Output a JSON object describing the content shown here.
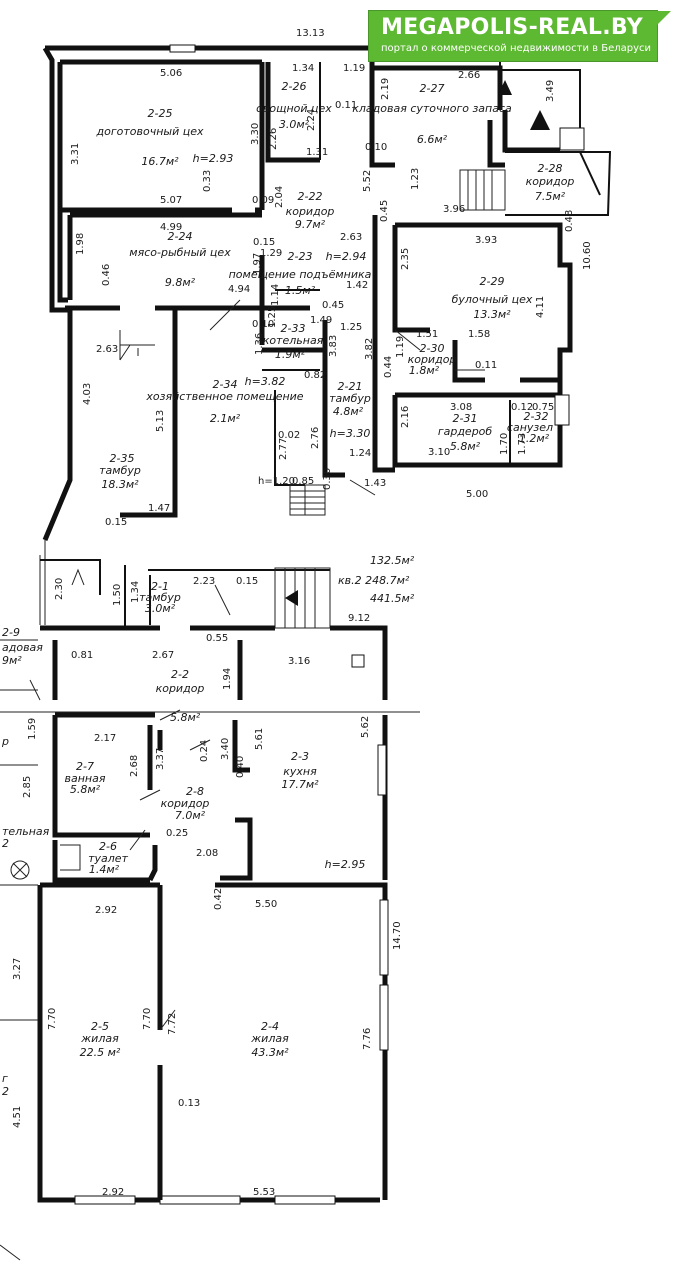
{
  "brand": {
    "name": "MEGAPOLIS-REAL.BY",
    "tagline": "портал о коммерческой недвижимости в Беларуси"
  },
  "summary": {
    "area_1": "132.5м²",
    "floor_area": "кв.2 248.7м²",
    "total": "441.5м²"
  },
  "rooms": [
    {
      "num": "2-25",
      "name": "доготовочный цех",
      "area": "16.7м²",
      "h": "h=2.93"
    },
    {
      "num": "2-26",
      "name": "овощной цех",
      "area": "3.0м²"
    },
    {
      "num": "2-27",
      "name": "кладовая суточного запаса",
      "area": "6.6м²"
    },
    {
      "num": "2-28",
      "name": "коридор",
      "area": "7.5м²"
    },
    {
      "num": "2-22",
      "name": "коридор",
      "area": "9.7м²"
    },
    {
      "num": "2-24",
      "name": "мясо-рыбный цех",
      "area": "9.8м²"
    },
    {
      "num": "2-23",
      "name": "помещение подъёмника",
      "area": "1.5м²",
      "h": "h=2.94"
    },
    {
      "num": "2-29",
      "name": "булочный цех",
      "area": "13.3м²"
    },
    {
      "num": "2-33",
      "name": "котельная",
      "area": "1.9м²"
    },
    {
      "num": "2-30",
      "name": "коридор",
      "area": "1.8м²"
    },
    {
      "num": "2-34",
      "name": "хозяйственное помещение",
      "area": "2.1м²",
      "h": "h=3.82"
    },
    {
      "num": "2-21",
      "name": "тамбур",
      "area": "4.8м²",
      "h": "h=3.30"
    },
    {
      "num": "2-31",
      "name": "гардероб",
      "area": "5.8м²"
    },
    {
      "num": "2-32",
      "name": "санузел",
      "area": "1.2м²"
    },
    {
      "num": "2-35",
      "name": "тамбур",
      "area": "18.3м²"
    },
    {
      "num": "2-1",
      "name": "тамбур",
      "area": "3.0м²"
    },
    {
      "num": "2-2",
      "name": "коридор",
      "area": ""
    },
    {
      "num": "2-3",
      "name": "кухня",
      "area": "17.7м²",
      "h": "h=2.95"
    },
    {
      "num": "2-7",
      "name": "ванная",
      "area": "5.8м²"
    },
    {
      "num": "2-8",
      "name": "коридор",
      "area": "7.0м²"
    },
    {
      "num": "2-6",
      "name": "туалет",
      "area": "1.4м²"
    },
    {
      "num": "2-5",
      "name": "жилая",
      "area": "22.5 м²"
    },
    {
      "num": "2-4",
      "name": "жилая",
      "area": "43.3м²"
    }
  ],
  "partial_labels": {
    "room_2_9": "2-9",
    "kladovaya": "адовая",
    "kladovaya_area": "9м²",
    "kotelnaya": "тельная",
    "b1": "р",
    "b2": "2",
    "b3": "г",
    "b4": "2",
    "cut_58": "5.8м²"
  },
  "dims": [
    "13.13",
    "5.06",
    "1.34",
    "1.19",
    "2.66",
    "3.31",
    "3.30",
    "2.26",
    "2.24",
    "0.11",
    "2.19",
    "3.49",
    "1.31",
    "0.10",
    "5.07",
    "0.33",
    "0.09",
    "2.04",
    "5.52",
    "1.23",
    "3.96",
    "4.99",
    "0.15",
    "0.45",
    "0.48",
    "2.63",
    "1.98",
    "1.29",
    "1.97",
    "3.93",
    "10.60",
    "2.35",
    "0.46",
    "4.94",
    "1.14",
    "1.42",
    "0.45",
    "4.11",
    "1.25",
    "1.49",
    "0.10",
    "1.25",
    "1.51",
    "1.58",
    "2.63",
    "1.36",
    "3.83",
    "3.82",
    "0.44",
    "0.11",
    "1.19",
    "0.82",
    "4.03",
    "3.08",
    "0.12",
    "0.75",
    "2.16",
    "5.13",
    "0.02",
    "2.76",
    "2.77",
    "1.24",
    "1.70",
    "1.73",
    "3.10",
    "h=1.20",
    "0.85",
    "0.30",
    "1.43",
    "5.00",
    "1.47",
    "0.15",
    "2.30",
    "1.50",
    "1.34",
    "2.23",
    "0.15",
    "9.12",
    "0.81",
    "0.55",
    "2.67",
    "3.16",
    "1.94",
    "1.59",
    "2.17",
    "5.61",
    "5.62",
    "2.68",
    "3.37",
    "0.24",
    "3.40",
    "0.40",
    "2.85",
    "0.25",
    "2.08",
    "0.42",
    "5.50",
    "2.92",
    "14.70",
    "3.27",
    "7.70",
    "7.70",
    "7.72",
    "7.76",
    "0.13",
    "4.51",
    "2.92",
    "5.53"
  ]
}
